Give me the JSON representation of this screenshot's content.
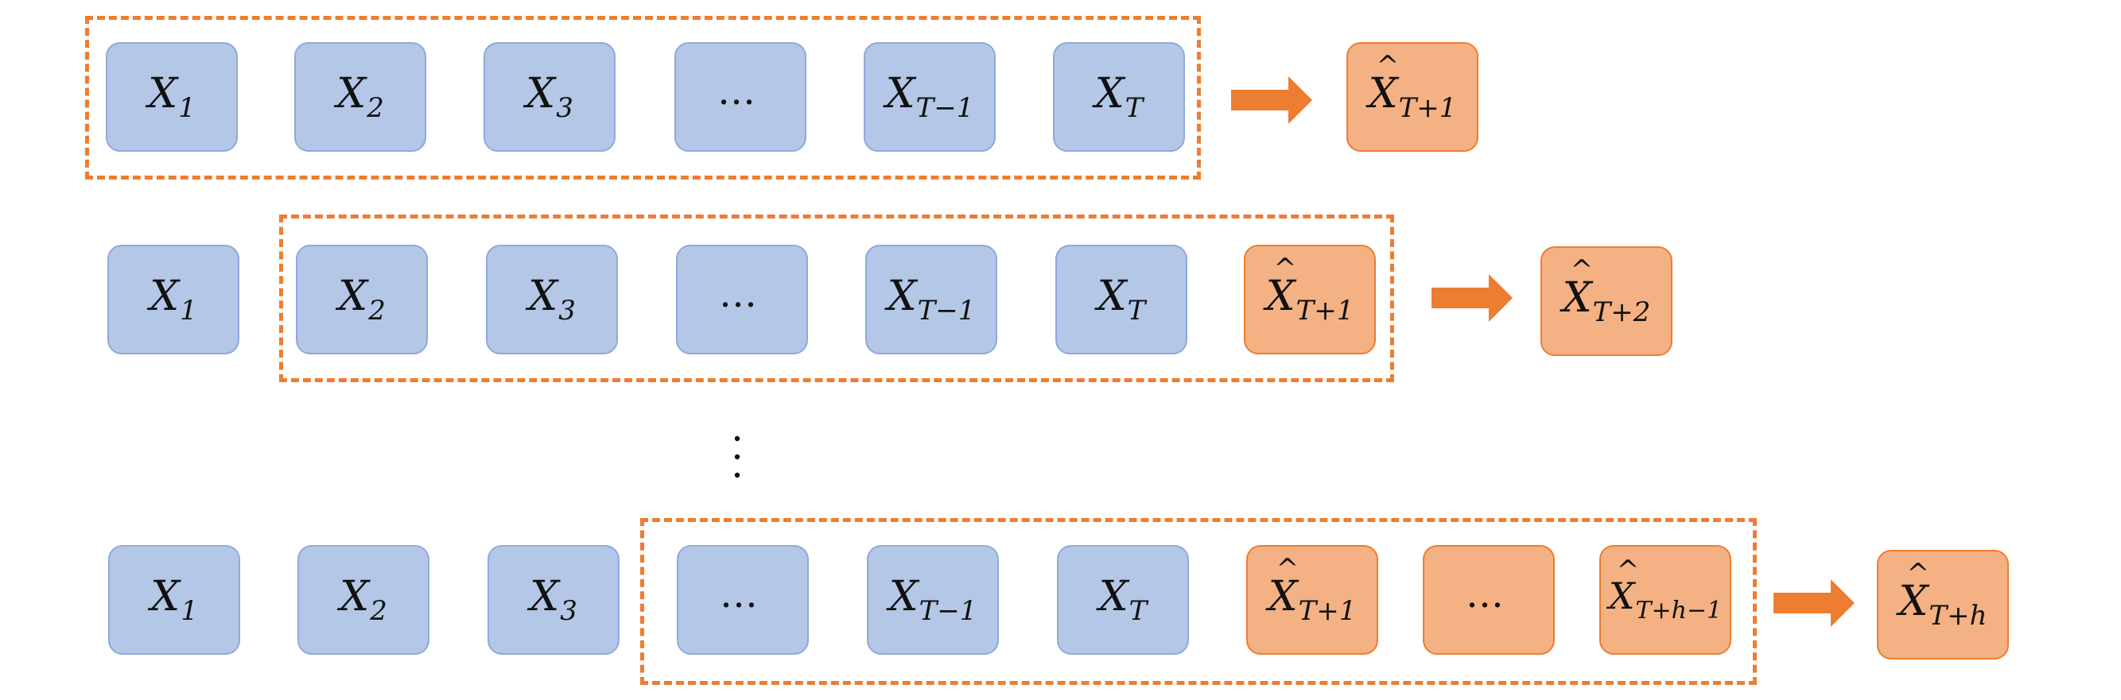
{
  "colors": {
    "input_fill": "#b4c7e7",
    "input_border": "#8eaadb",
    "prediction_fill": "#f4b183",
    "prediction_border": "#ed7d31",
    "window_dash": "#ed7d31",
    "arrow": "#ed7d31"
  },
  "rows": [
    {
      "boxes": [
        {
          "kind": "input",
          "base": "X",
          "sub": "1"
        },
        {
          "kind": "input",
          "base": "X",
          "sub": "2"
        },
        {
          "kind": "input",
          "base": "X",
          "sub": "3"
        },
        {
          "kind": "input",
          "base": "…",
          "sub": ""
        },
        {
          "kind": "input",
          "base": "X",
          "sub": "T−1"
        },
        {
          "kind": "input",
          "base": "X",
          "sub": "T"
        }
      ],
      "output": {
        "kind": "prediction",
        "base": "X",
        "hat": "^",
        "sub": "T+1"
      }
    },
    {
      "boxes": [
        {
          "kind": "input",
          "base": "X",
          "sub": "1"
        },
        {
          "kind": "input",
          "base": "X",
          "sub": "2"
        },
        {
          "kind": "input",
          "base": "X",
          "sub": "3"
        },
        {
          "kind": "input",
          "base": "…",
          "sub": ""
        },
        {
          "kind": "input",
          "base": "X",
          "sub": "T−1"
        },
        {
          "kind": "input",
          "base": "X",
          "sub": "T"
        },
        {
          "kind": "prediction",
          "base": "X",
          "hat": "^",
          "sub": "T+1"
        }
      ],
      "output": {
        "kind": "prediction",
        "base": "X",
        "hat": "^",
        "sub": "T+2"
      }
    },
    {
      "boxes": [
        {
          "kind": "input",
          "base": "X",
          "sub": "1"
        },
        {
          "kind": "input",
          "base": "X",
          "sub": "2"
        },
        {
          "kind": "input",
          "base": "X",
          "sub": "3"
        },
        {
          "kind": "input",
          "base": "…",
          "sub": ""
        },
        {
          "kind": "input",
          "base": "X",
          "sub": "T−1"
        },
        {
          "kind": "input",
          "base": "X",
          "sub": "T"
        },
        {
          "kind": "prediction",
          "base": "X",
          "hat": "^",
          "sub": "T+1"
        },
        {
          "kind": "prediction",
          "base": "…",
          "sub": ""
        },
        {
          "kind": "prediction",
          "base": "X",
          "hat": "^",
          "sub": "T+h−1"
        }
      ],
      "output": {
        "kind": "prediction",
        "base": "X",
        "hat": "^",
        "sub": "T+h"
      }
    }
  ]
}
